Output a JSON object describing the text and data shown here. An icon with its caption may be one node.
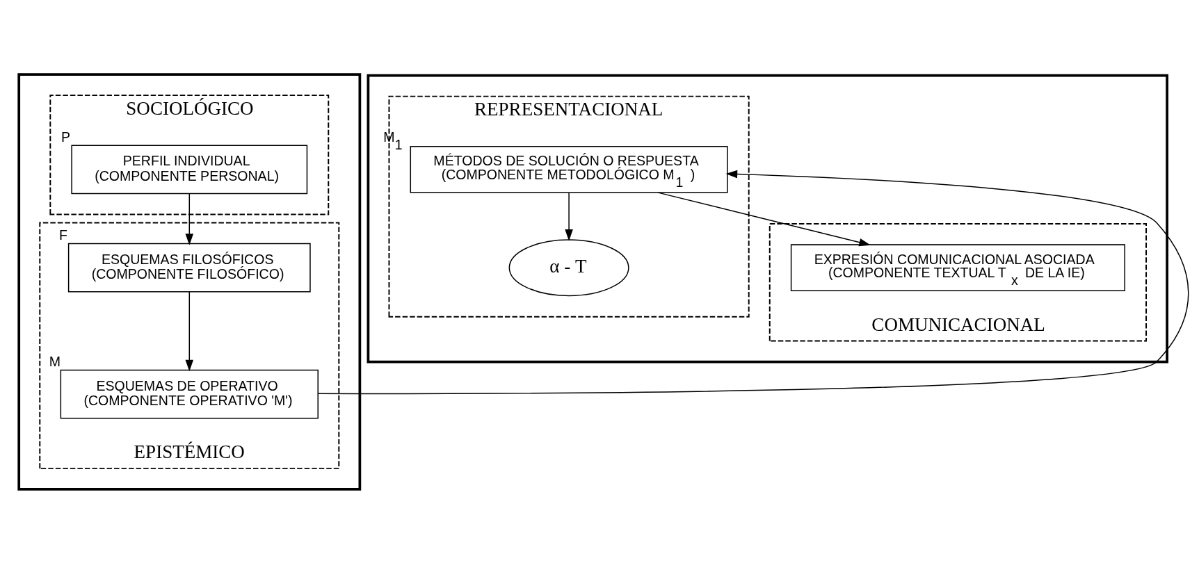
{
  "diagram": {
    "nodes": [
      {
        "text": [],
        "shape": "box"
      },
      {
        "text": [
          "SOCIOLÓGICO"
        ],
        "in": 0
      },
      {
        "text": [
          "PERFIL INDIVIDUAL",
          "(COMPONENTE PERSONAL)"
        ],
        "beside": [
          "P"
        ],
        "in": 1
      },
      {
        "text": [
          "EPISTÉMICO"
        ],
        "in": 0
      },
      {
        "text": [
          "ESQUEMAS FILOSÓFICOS",
          "(COMPONENTE FILOSÓFICO)"
        ],
        "beside": [
          "F"
        ],
        "in": 3
      },
      {
        "text": [
          "ESQUEMAS DE OPERATIVO",
          "(COMPONENTE OPERATIVO 'M')"
        ],
        "beside": [
          "M"
        ],
        "in": 3
      },
      {
        "text": [],
        "shape": "box"
      },
      {
        "text": [
          "REPRESENTACIONAL"
        ],
        "in": 6
      },
      {
        "text": [
          "α - T"
        ],
        "in": 7
      },
      {
        "text": [
          "MÉTODOS DE SOLUCIÓN O RESPUESTA",
          "(COMPONENTE METODOLÓGICO M$_{1}$)"
        ],
        "beside": [
          "M$_{1}$"
        ],
        "in": 7
      },
      {
        "text": [
          "COMUNICACIONAL"
        ],
        "in": 6
      },
      {
        "text": [
          "EXPRESIÓN COMUNICACIONAL ASOCIADA",
          "(COMPONENTE TEXTUAL T$_{x}$ DE LA IE)"
        ],
        "in": 10
      }
    ],
    "edges": [
      {
        "from": 2,
        "to": 4,
        "arrow": "to"
      },
      {
        "from": 4,
        "to": 5,
        "arrow": "to"
      },
      {
        "from": 5,
        "to": 9,
        "arrow": "to"
      },
      {
        "from": 9,
        "to": 8,
        "arrow": "to"
      },
      {
        "from": 9,
        "to": 11,
        "arrow": "to"
      }
    ]
  }
}
